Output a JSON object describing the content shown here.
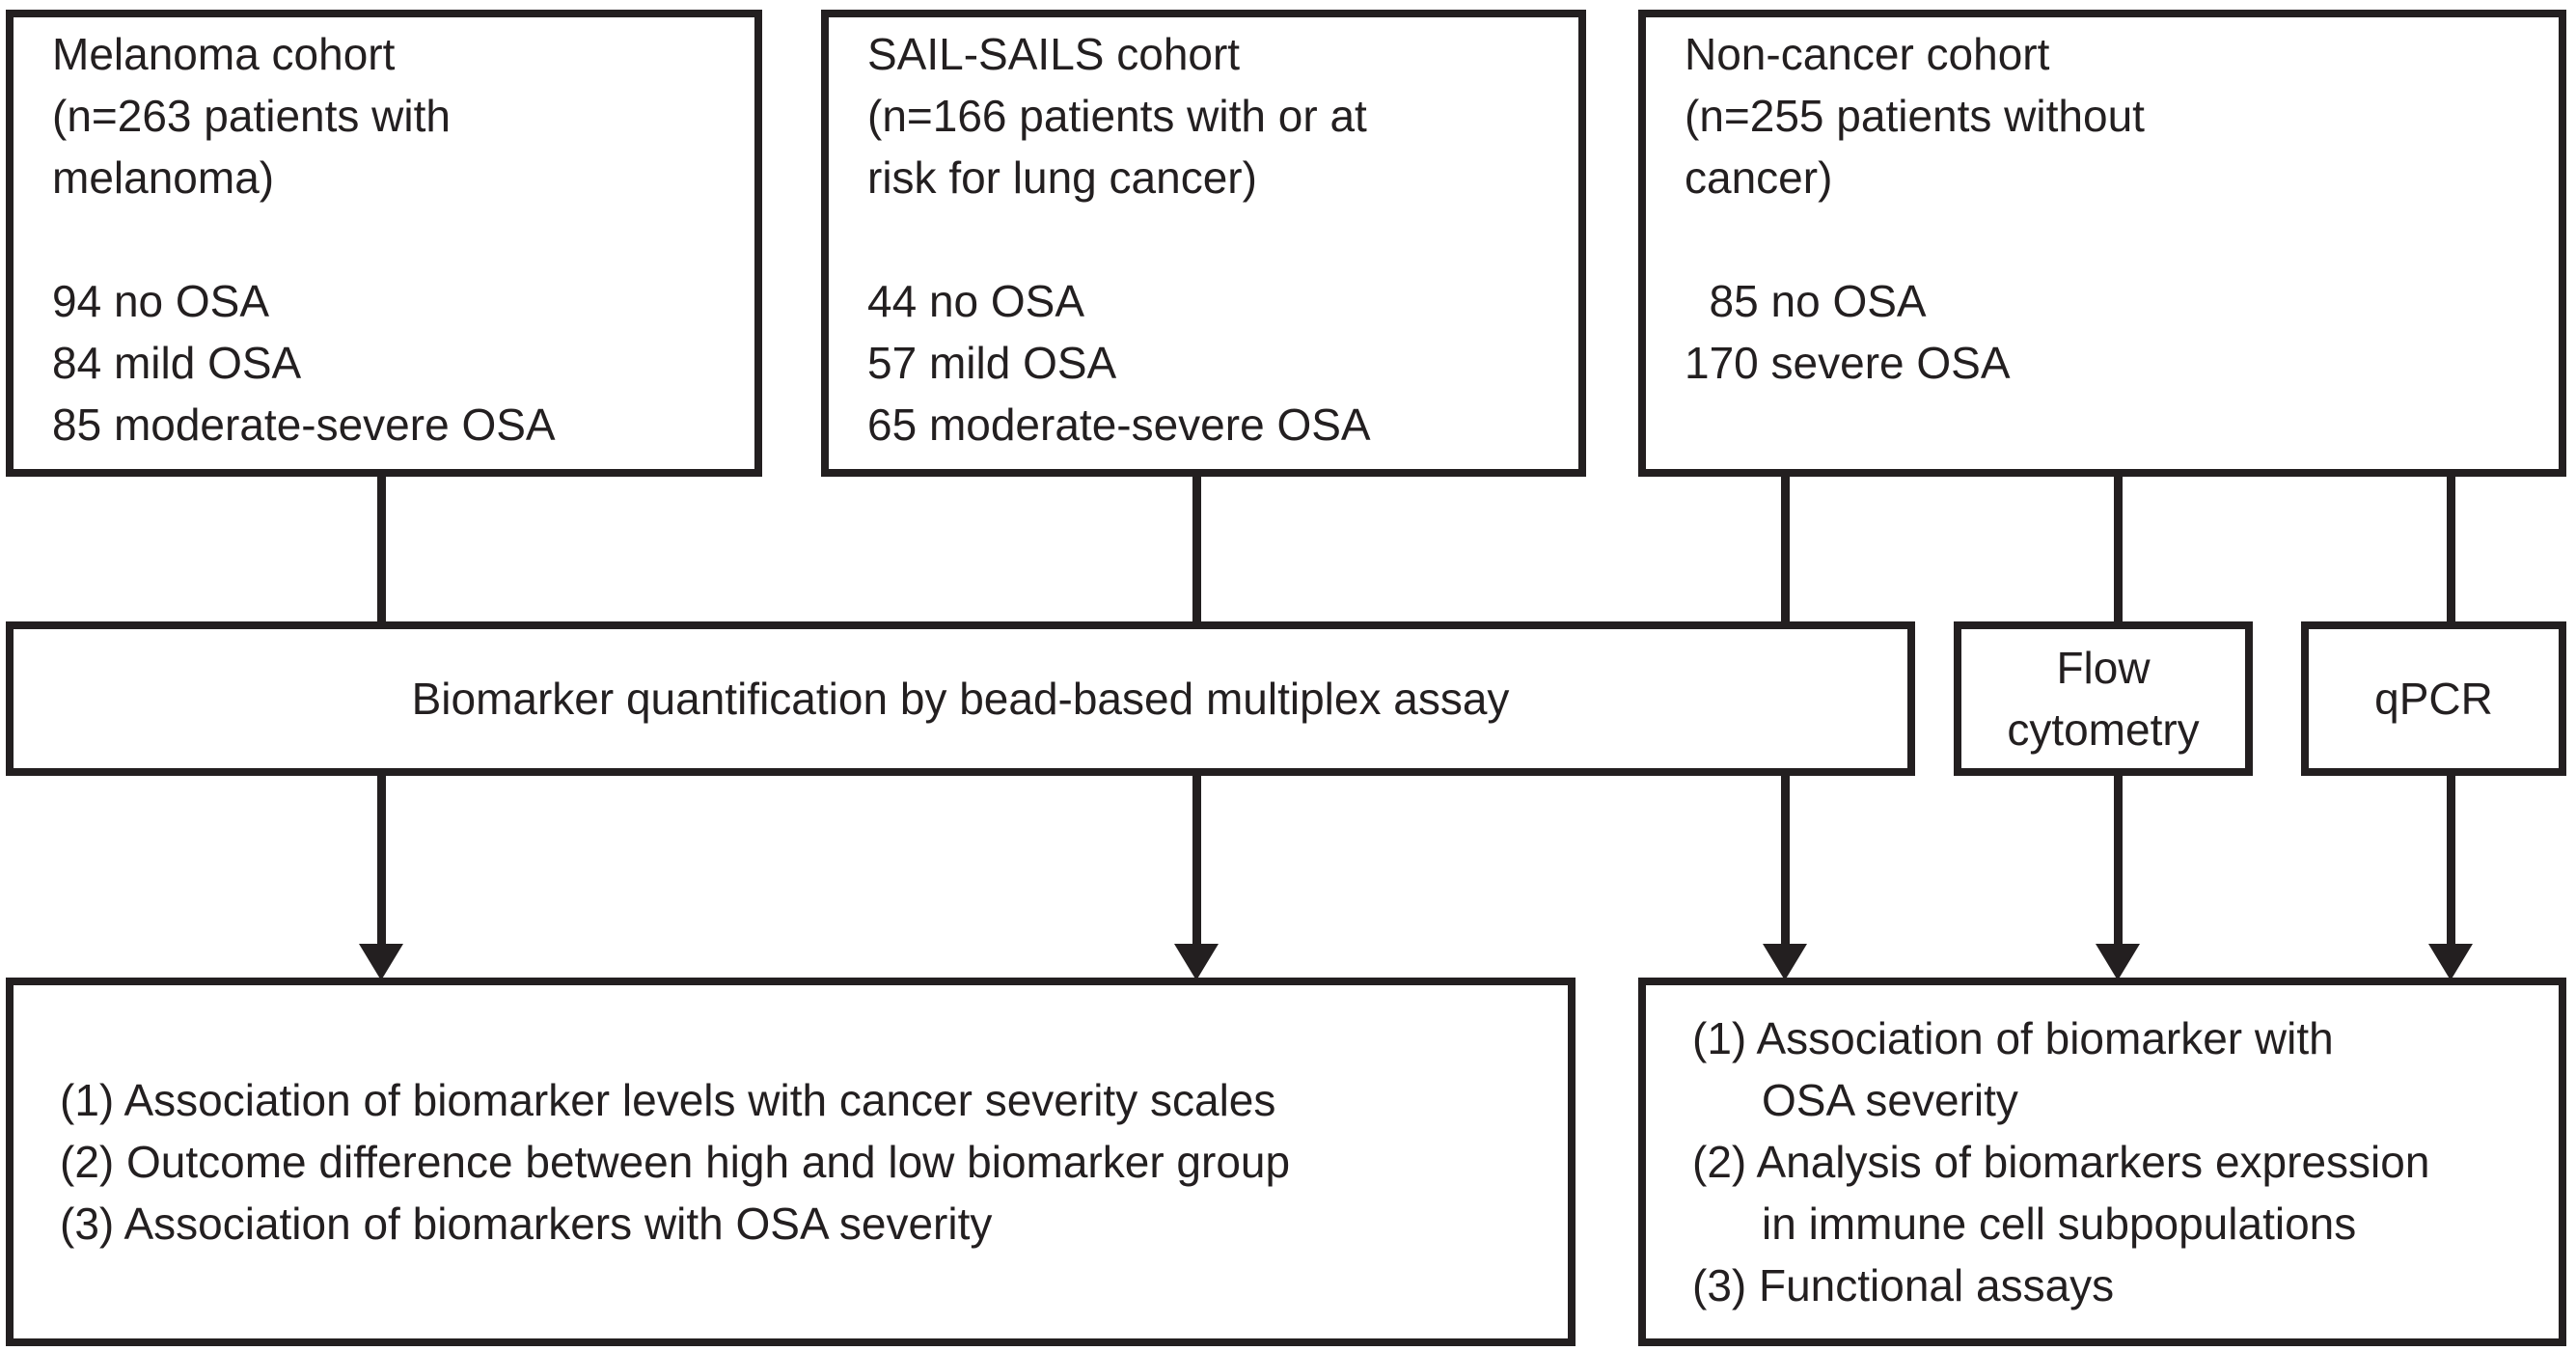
{
  "colors": {
    "line": "#231f20",
    "background": "#ffffff"
  },
  "cohorts": [
    {
      "id": "melanoma",
      "title": "Melanoma cohort\n(n=263 patients with\nmelanoma)",
      "counts": "94 no OSA\n84 mild OSA\n85 moderate-severe OSA"
    },
    {
      "id": "sail-sails",
      "title": "SAIL-SAILS cohort\n(n=166 patients with or at\nrisk for lung cancer)",
      "counts": "44 no OSA\n57 mild OSA\n65 moderate-severe OSA"
    },
    {
      "id": "non-cancer",
      "title": "Non-cancer cohort\n(n=255 patients without\ncancer)",
      "counts": "  85 no OSA\n170 severe OSA"
    }
  ],
  "methods": {
    "multiplex": "Biomarker quantification by bead-based multiplex assay",
    "flow_cytometry": "Flow\ncytometry",
    "qpcr": "qPCR"
  },
  "outcomes_left": {
    "items": [
      "(1) Association of biomarker levels with cancer severity scales",
      "(2) Outcome difference between high and low biomarker group",
      "(3) Association of biomarkers with OSA severity"
    ]
  },
  "outcomes_right": {
    "items": [
      "(1) Association of biomarker with\nOSA severity",
      "(2) Analysis of biomarkers expression\nin immune cell subpopulations",
      "(3) Functional assays"
    ]
  }
}
